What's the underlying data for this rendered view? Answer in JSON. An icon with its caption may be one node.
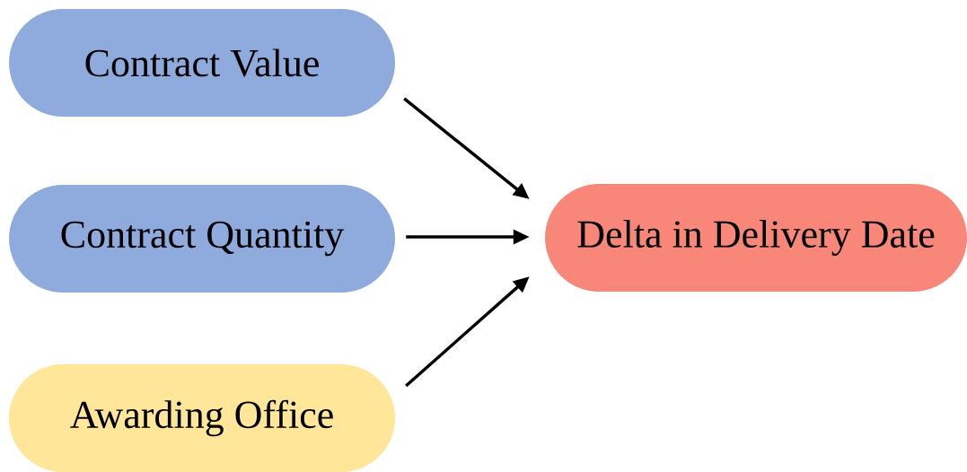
{
  "diagram": {
    "nodes": [
      {
        "text": [
          "Contract Value"
        ]
      },
      {
        "text": [
          "Contract Quantity"
        ]
      },
      {
        "text": [
          "Awarding Office"
        ]
      },
      {
        "text": [
          "Delta in Delivery Date"
        ]
      }
    ],
    "edges": [
      {
        "from": 0,
        "to": 3,
        "arrow": "to"
      },
      {
        "from": 1,
        "to": 3,
        "arrow": "to"
      },
      {
        "from": 2,
        "to": 3,
        "arrow": "to"
      }
    ]
  }
}
